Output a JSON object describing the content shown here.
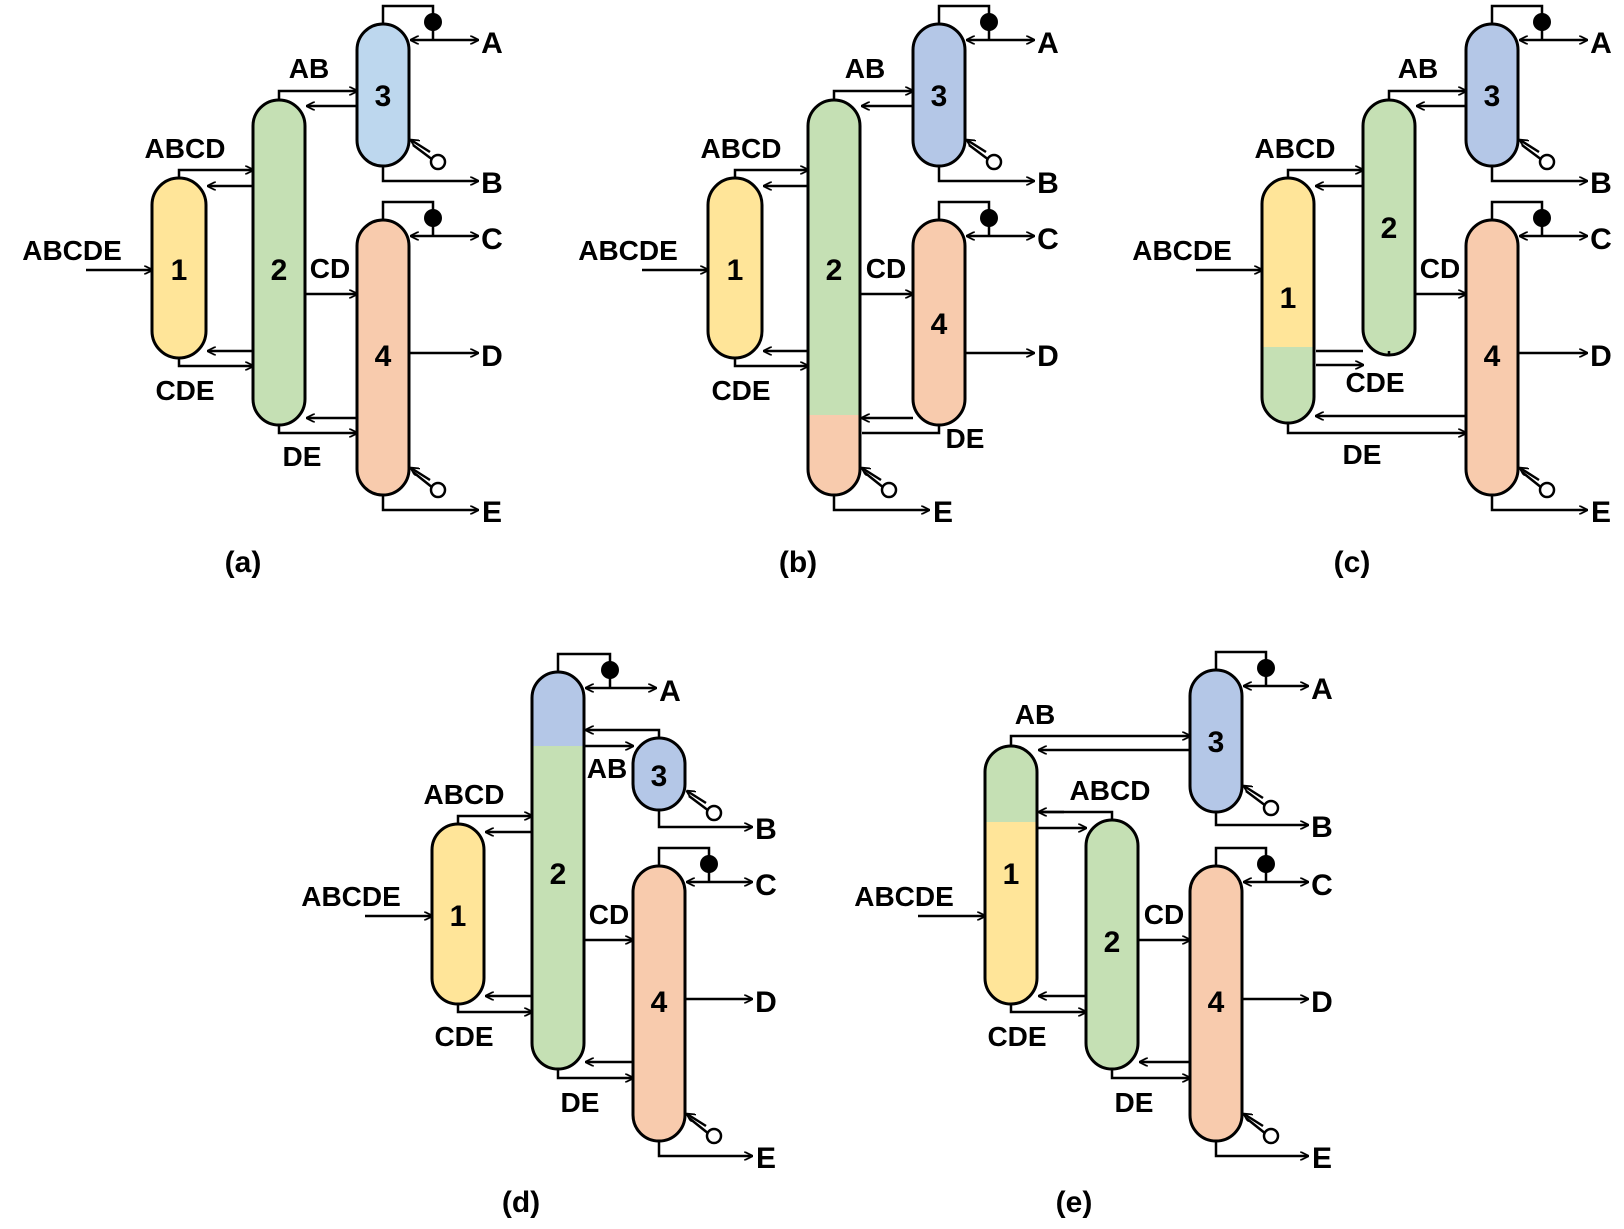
{
  "colors": {
    "yellow": "#FFE599",
    "green": "#C5E0B4",
    "blue_light": "#BDD7EE",
    "blue": "#B4C7E7",
    "orange": "#F8CBAD",
    "pump_fill": "#000000",
    "valve_fill": "#FFFFFF"
  },
  "icons": {
    "condenser": "filled-circle-icon",
    "reboiler": "open-circle-icon"
  },
  "column_labels": {
    "c1": "1",
    "c2": "2",
    "c3": "3",
    "c4": "4"
  },
  "stream_labels": {
    "feed": "ABCDE",
    "abcd": "ABCD",
    "cde": "CDE",
    "ab": "AB",
    "cd": "CD",
    "de": "DE",
    "a": "A",
    "b": "B",
    "c": "C",
    "d": "D",
    "e": "E"
  },
  "panels": [
    {
      "id": "a",
      "caption": "(a)"
    },
    {
      "id": "b",
      "caption": "(b)"
    },
    {
      "id": "c",
      "caption": "(c)"
    },
    {
      "id": "d",
      "caption": "(d)"
    },
    {
      "id": "e",
      "caption": "(e)"
    }
  ]
}
